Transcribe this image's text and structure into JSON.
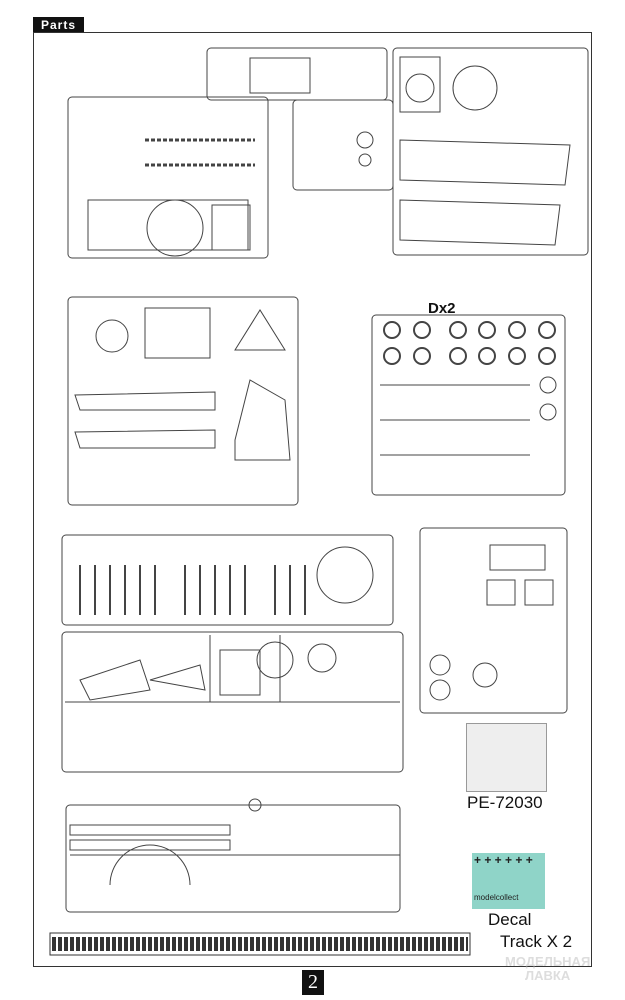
{
  "header": {
    "title": "Parts"
  },
  "labels": {
    "d_sprue": "Dx2",
    "pe": "PE-72030",
    "decal": "Decal",
    "track": "Track X 2"
  },
  "decal": {
    "crosses": "+ + + + + +",
    "brand": "modelcollect"
  },
  "page_number": "2",
  "watermark": {
    "line1": "МОДЕЛЬНАЯ",
    "line2": "ЛАВКА"
  }
}
